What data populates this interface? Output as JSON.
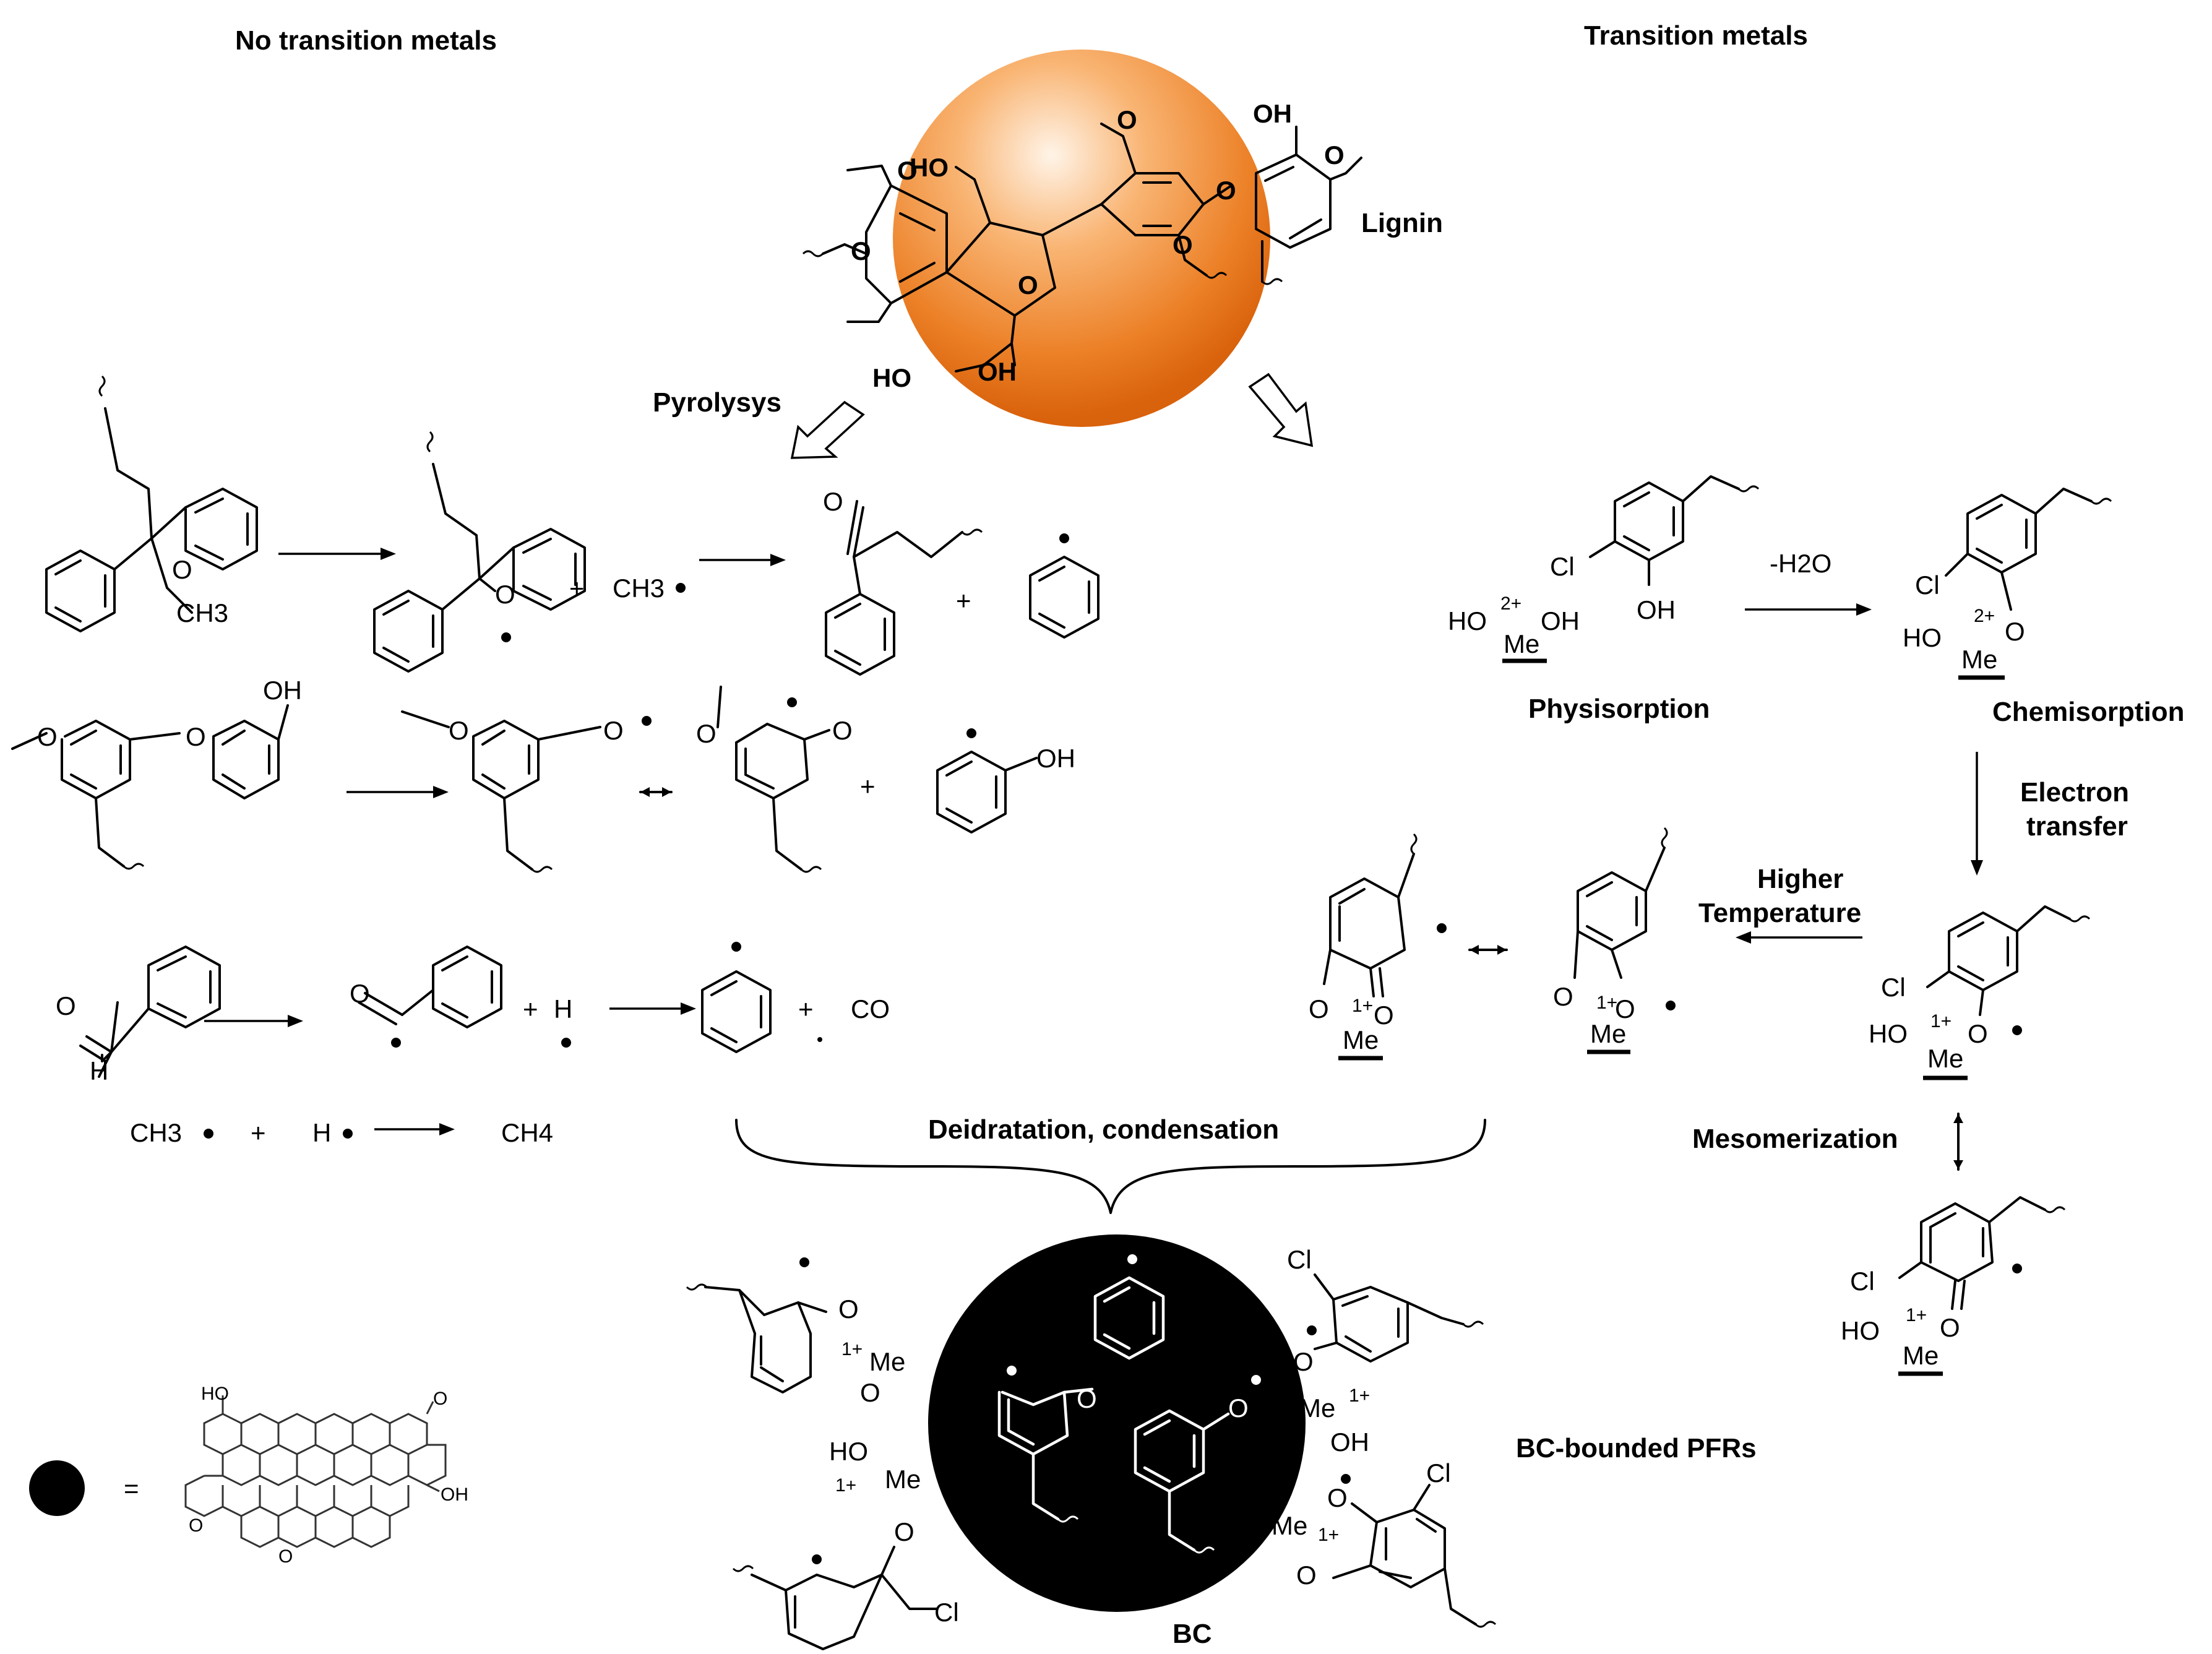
{
  "headings": {
    "no_tm": "No transition metals",
    "tm": "Transition metals",
    "lignin": "Lignin",
    "pyrolysis": "Pyrolysys",
    "physisorption": "Physisorption",
    "chemisorption": "Chemisorption",
    "electron_transfer_1": "Electron",
    "electron_transfer_2": "transfer",
    "higher_temp_1": "Higher",
    "higher_temp_2": "Temperature",
    "mesomerization": "Mesomerization",
    "deidratation": "Deidratation, condensation",
    "bc_pfrs": "BC-bounded PFRs",
    "bc": "BC",
    "equals": "="
  },
  "reactions": {
    "ch3_radical": "CH3",
    "ch3_sub": "3",
    "ch4": "CH4",
    "co": "CO",
    "h": "H",
    "plus": "+",
    "minus_water": "-H2O"
  },
  "atoms": {
    "O": "O",
    "OH": "OH",
    "HO": "HO",
    "H": "H",
    "Cl": "Cl",
    "Me": "Me",
    "charge2": "2+",
    "charge1": "1+"
  },
  "colors": {
    "sphere_light": "#fde3c6",
    "sphere_mid": "#f7a45a",
    "sphere_dark": "#e06a12",
    "char": "#000000"
  }
}
